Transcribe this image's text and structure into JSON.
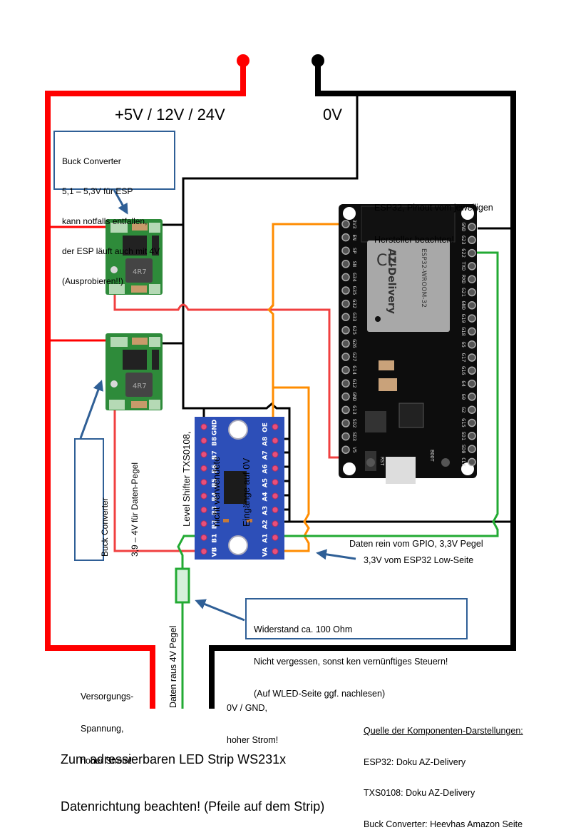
{
  "supply": {
    "positive_label": "+5V / 12V / 24V",
    "ground_label": "0V"
  },
  "buck_top_note": [
    "Buck Converter",
    "5,1 – 5,3V für ESP",
    "kann notfalls entfallen,",
    "der ESP läuft auch mit 4V",
    "(Ausprobieren!!)"
  ],
  "buck_bottom_note": [
    "Buck Converter",
    "3,9 – 4V für Daten-Pegel"
  ],
  "level_shifter_note": [
    "Level Shifter TXS0108,",
    "nicht verwendete",
    "Eingänge auf 0V"
  ],
  "esp_note": [
    "ESP32, Pinout vom jeweiligen",
    "Hersteller beachten!"
  ],
  "data_in_label": "Daten rein vom GPIO, 3,3V Pegel",
  "low_side_label": "3,3V vom ESP32 Low-Seite",
  "resistor_note": [
    "Widerstand ca. 100 Ohm",
    "Nicht vergessen, sonst ken vernünftiges Steuern!",
    "(Auf WLED-Seite ggf. nachlesen)"
  ],
  "data_out_label": "Daten raus 4V Pegel",
  "supply_out_label": [
    "Versorgungs-",
    "Spannung,",
    "hoher Strom!"
  ],
  "gnd_out_label": [
    "0V / GND,",
    "hoher Strom!"
  ],
  "strip_label": [
    "Zum adressierbaren LED Strip WS231x",
    "Datenrichtung beachten! (Pfeile auf dem Strip)"
  ],
  "sources": {
    "heading": "Quelle der Komponenten-Darstellungen:",
    "lines": [
      "ESP32: Doku AZ-Delivery",
      "TXS0108: Doku AZ-Delivery",
      "Buck Converter: Heevhas Amazon Seite"
    ]
  },
  "txs0108": {
    "left_pins": [
      "GND",
      "B8",
      "B7",
      "B6",
      "B5",
      "B4",
      "B3",
      "B2",
      "B1",
      "VB"
    ],
    "right_pins": [
      "OE",
      "A8",
      "A7",
      "A6",
      "A5",
      "A4",
      "A3",
      "A2",
      "A1",
      "VA"
    ]
  },
  "esp32": {
    "module_brand": "AZ-Delivery",
    "module_name": "ESP32-WROOM-32",
    "left_pins": [
      "3V3",
      "EN",
      "SP",
      "SN",
      "G34",
      "G35",
      "G32",
      "G33",
      "G25",
      "G26",
      "G27",
      "G14",
      "G12",
      "GND",
      "G13",
      "SD2",
      "SD3",
      "V5"
    ],
    "right_pins": [
      "GND",
      "G23",
      "G22",
      "TXD",
      "RXD",
      "G21",
      "GND",
      "G19",
      "G18",
      "G5",
      "G17",
      "G16",
      "G4",
      "G0",
      "G2",
      "G15",
      "SD1",
      "SD0",
      "CLK"
    ],
    "button_rst": "RST",
    "button_boot": "BOOT"
  },
  "buck_chip_label": "4R7",
  "colors": {
    "supply": "#ff0000",
    "ground": "#000000",
    "buck_out": "#f04040",
    "esp_3v3": "#ff8c00",
    "data": "#22aa33",
    "annotation": "#2f5f96",
    "board_blue": "#2d4fb8",
    "board_green": "#2e8b3a"
  }
}
